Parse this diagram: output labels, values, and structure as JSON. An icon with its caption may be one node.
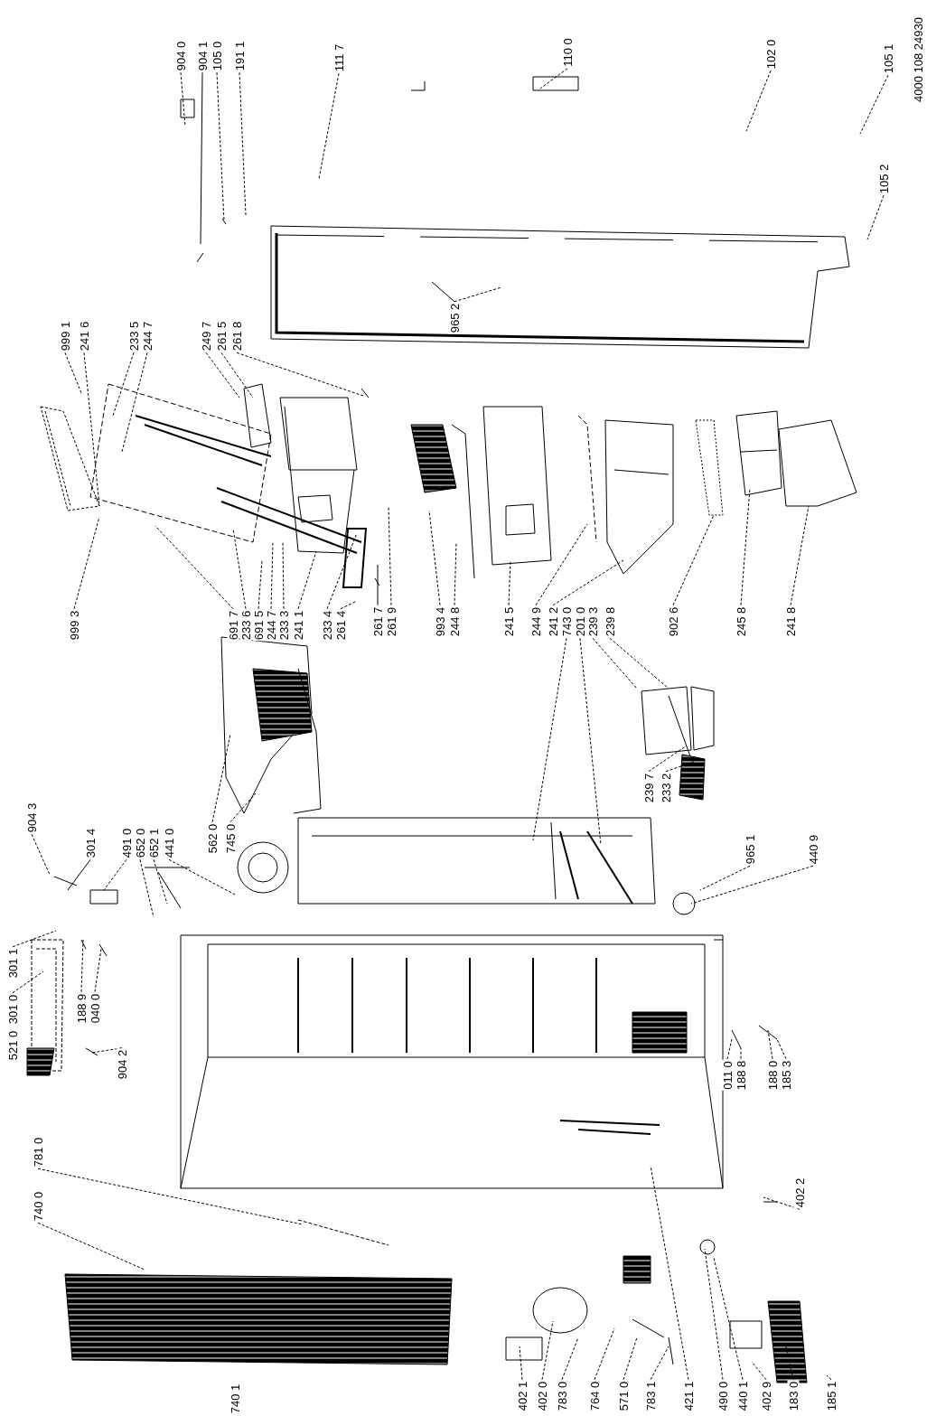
{
  "diagram": {
    "nodes": [
      {
        "text": [
          "904 0"
        ]
      },
      {
        "text": [
          "904 1"
        ]
      },
      {
        "text": [
          "105 0"
        ]
      },
      {
        "text": [
          "191 1"
        ]
      },
      {
        "text": [
          "111 7"
        ]
      },
      {
        "text": [
          "110 0"
        ]
      },
      {
        "text": [
          "102 0"
        ]
      },
      {
        "text": [
          "105 1"
        ]
      },
      {
        "text": [
          "105 2"
        ]
      },
      {
        "text": [
          "965 2"
        ]
      },
      {
        "text": [
          "999 1"
        ]
      },
      {
        "text": [
          "241 6"
        ]
      },
      {
        "text": [
          "233 5"
        ]
      },
      {
        "text": [
          "244 7"
        ]
      },
      {
        "text": [
          "249 7"
        ]
      },
      {
        "text": [
          "261 5"
        ]
      },
      {
        "text": [
          "261 8"
        ]
      },
      {
        "text": [
          "999 3"
        ]
      },
      {
        "text": [
          "691 7"
        ]
      },
      {
        "text": [
          "233 6"
        ]
      },
      {
        "text": [
          "691 5"
        ]
      },
      {
        "text": [
          "244 7"
        ]
      },
      {
        "text": [
          "233 3"
        ]
      },
      {
        "text": [
          "241 1"
        ]
      },
      {
        "text": [
          "233 4"
        ]
      },
      {
        "text": [
          "261 4"
        ]
      },
      {
        "text": [
          "261 7"
        ]
      },
      {
        "text": [
          "261 9"
        ]
      },
      {
        "text": [
          "993 4"
        ]
      },
      {
        "text": [
          "244 8"
        ]
      },
      {
        "text": [
          "241 5"
        ]
      },
      {
        "text": [
          "244 9"
        ]
      },
      {
        "text": [
          "241 2"
        ]
      },
      {
        "text": [
          "743 0"
        ]
      },
      {
        "text": [
          "201 0"
        ]
      },
      {
        "text": [
          "239 3"
        ]
      },
      {
        "text": [
          "239 8"
        ]
      },
      {
        "text": [
          "902 6"
        ]
      },
      {
        "text": [
          "245 8"
        ]
      },
      {
        "text": [
          "241 8"
        ]
      },
      {
        "text": [
          "239 7"
        ]
      },
      {
        "text": [
          "233 2"
        ]
      },
      {
        "text": [
          "562 0"
        ]
      },
      {
        "text": [
          "745 0"
        ]
      },
      {
        "text": [
          "965 1"
        ]
      },
      {
        "text": [
          "440 9"
        ]
      },
      {
        "text": [
          "904 3"
        ]
      },
      {
        "text": [
          "301 4"
        ]
      },
      {
        "text": [
          "491 0"
        ]
      },
      {
        "text": [
          "652 0"
        ]
      },
      {
        "text": [
          "652 1"
        ]
      },
      {
        "text": [
          "441 0"
        ]
      },
      {
        "text": [
          "301 1"
        ]
      },
      {
        "text": [
          "301 0"
        ]
      },
      {
        "text": [
          "188 9"
        ]
      },
      {
        "text": [
          "040 0"
        ]
      },
      {
        "text": [
          "904 2"
        ]
      },
      {
        "text": [
          "781 0"
        ]
      },
      {
        "text": [
          "740 0"
        ]
      },
      {
        "text": [
          "402 1"
        ]
      },
      {
        "text": [
          "402 0"
        ]
      },
      {
        "text": [
          "783 0"
        ]
      },
      {
        "text": [
          "764 0"
        ]
      },
      {
        "text": [
          "571 0"
        ]
      },
      {
        "text": [
          "783 1"
        ]
      },
      {
        "text": [
          "421 1"
        ]
      },
      {
        "text": [
          "490 0"
        ]
      },
      {
        "text": [
          "440 1"
        ]
      },
      {
        "text": [
          "402 9"
        ]
      },
      {
        "text": [
          "183 0"
        ]
      },
      {
        "text": [
          "185 1"
        ]
      },
      {
        "text": [
          "402 2"
        ]
      },
      {
        "text": [
          "011 0"
        ]
      },
      {
        "text": [
          "188 8"
        ]
      },
      {
        "text": [
          "188 0"
        ]
      },
      {
        "text": [
          "185 3"
        ]
      }
    ],
    "edges": [
      {
        "from": 0,
        "to": null,
        "arrow": "none",
        "style": "dashed"
      },
      {
        "from": 1,
        "to": null,
        "arrow": "none"
      },
      {
        "from": 2,
        "to": null,
        "arrow": "none",
        "style": "dashed"
      },
      {
        "from": 3,
        "to": null,
        "arrow": "none",
        "style": "dashed"
      },
      {
        "from": 4,
        "to": null,
        "arrow": "none",
        "style": "dashed"
      },
      {
        "from": 5,
        "to": null,
        "arrow": "none",
        "style": "dashed"
      },
      {
        "from": 6,
        "to": null,
        "arrow": "none",
        "style": "dashed"
      },
      {
        "from": 7,
        "to": null,
        "arrow": "none",
        "style": "dashed"
      },
      {
        "from": 8,
        "to": null,
        "arrow": "none",
        "style": "dashed"
      },
      {
        "from": 9,
        "to": null,
        "arrow": "none",
        "style": "dashed"
      },
      {
        "from": 9,
        "to": null,
        "arrow": "none"
      },
      {
        "from": 10,
        "to": null,
        "arrow": "none",
        "style": "dashed"
      },
      {
        "from": 11,
        "to": null,
        "arrow": "none",
        "style": "dashed"
      },
      {
        "from": 12,
        "to": null,
        "arrow": "none",
        "style": "dashed"
      },
      {
        "from": 13,
        "to": null,
        "arrow": "none",
        "style": "dashed"
      },
      {
        "from": 14,
        "to": null,
        "arrow": "none",
        "style": "dashed"
      },
      {
        "from": 15,
        "to": null,
        "arrow": "none",
        "style": "dashed"
      },
      {
        "from": 16,
        "to": null,
        "arrow": "none",
        "style": "dashed"
      },
      {
        "from": 17,
        "to": null,
        "arrow": "none",
        "style": "dashed"
      },
      {
        "from": 18,
        "to": null,
        "arrow": "none",
        "style": "dashed"
      },
      {
        "from": 19,
        "to": null,
        "arrow": "none",
        "style": "dashed"
      },
      {
        "from": 20,
        "to": null,
        "arrow": "none",
        "style": "dashed"
      },
      {
        "from": 21,
        "to": null,
        "arrow": "none",
        "style": "dashed"
      },
      {
        "from": 22,
        "to": null,
        "arrow": "none",
        "style": "dashed"
      },
      {
        "from": 23,
        "to": null,
        "arrow": "none",
        "style": "dashed"
      },
      {
        "from": 24,
        "to": null,
        "arrow": "none",
        "style": "dashed"
      },
      {
        "from": 25,
        "to": null,
        "arrow": "none",
        "style": "dashed"
      },
      {
        "from": 26,
        "to": null,
        "arrow": "none"
      },
      {
        "from": 27,
        "to": null,
        "arrow": "none",
        "style": "dashed"
      },
      {
        "from": 28,
        "to": null,
        "arrow": "none",
        "style": "dashed"
      },
      {
        "from": 29,
        "to": null,
        "arrow": "none",
        "style": "dashed"
      },
      {
        "from": 30,
        "to": null,
        "arrow": "none",
        "style": "dashed"
      },
      {
        "from": 31,
        "to": null,
        "arrow": "none",
        "style": "dashed"
      },
      {
        "from": 32,
        "to": null,
        "arrow": "none",
        "style": "dashed"
      },
      {
        "from": 33,
        "to": null,
        "arrow": "none",
        "style": "dashed"
      },
      {
        "from": 34,
        "to": null,
        "arrow": "none",
        "style": "dashed"
      },
      {
        "from": 35,
        "to": null,
        "arrow": "none",
        "style": "dashed"
      },
      {
        "from": 36,
        "to": null,
        "arrow": "none",
        "style": "dashed"
      },
      {
        "from": 37,
        "to": null,
        "arrow": "none",
        "style": "dashed"
      },
      {
        "from": 38,
        "to": null,
        "arrow": "none",
        "style": "dashed"
      },
      {
        "from": 39,
        "to": null,
        "arrow": "none",
        "style": "dashed"
      },
      {
        "from": 40,
        "to": null,
        "arrow": "none",
        "style": "dashed"
      },
      {
        "from": 41,
        "to": null,
        "arrow": "none",
        "style": "dashed"
      },
      {
        "from": 42,
        "to": null,
        "arrow": "none",
        "style": "dashed"
      },
      {
        "from": 43,
        "to": null,
        "arrow": "none",
        "style": "dashed"
      },
      {
        "from": 44,
        "to": null,
        "arrow": "none",
        "style": "dashed"
      },
      {
        "from": 45,
        "to": null,
        "arrow": "none",
        "style": "dashed"
      },
      {
        "from": 46,
        "to": null,
        "arrow": "none",
        "style": "dashed"
      },
      {
        "from": 47,
        "to": null,
        "arrow": "none"
      },
      {
        "from": 48,
        "to": null,
        "arrow": "none",
        "style": "dashed"
      },
      {
        "from": 49,
        "to": null,
        "arrow": "none",
        "style": "dashed"
      },
      {
        "from": 50,
        "to": null,
        "arrow": "none",
        "style": "dashed"
      },
      {
        "from": 51,
        "to": null,
        "arrow": "none",
        "style": "dashed"
      },
      {
        "from": 52,
        "to": null,
        "arrow": "none",
        "style": "dashed"
      },
      {
        "from": 53,
        "to": null,
        "arrow": "none",
        "style": "dashed"
      },
      {
        "from": 54,
        "to": null,
        "arrow": "none",
        "style": "dashed"
      },
      {
        "from": 55,
        "to": null,
        "arrow": "none",
        "style": "dashed"
      },
      {
        "from": 56,
        "to": null,
        "arrow": "none",
        "style": "dashed"
      },
      {
        "from": 57,
        "to": null,
        "arrow": "none",
        "style": "dashed"
      },
      {
        "from": 58,
        "to": null,
        "arrow": "none",
        "style": "dashed"
      },
      {
        "from": 59,
        "to": null,
        "arrow": "none",
        "style": "dashed"
      },
      {
        "from": 60,
        "to": null,
        "arrow": "none",
        "style": "dashed"
      },
      {
        "from": 61,
        "to": null,
        "arrow": "none",
        "style": "dashed"
      },
      {
        "from": 62,
        "to": null,
        "arrow": "none",
        "style": "dashed"
      },
      {
        "from": 63,
        "to": null,
        "arrow": "none",
        "style": "dashed"
      },
      {
        "from": 64,
        "to": null,
        "arrow": "none",
        "style": "dashed"
      },
      {
        "from": 65,
        "to": null,
        "arrow": "none",
        "style": "dashed"
      },
      {
        "from": 66,
        "to": null,
        "arrow": "none",
        "style": "dashed"
      },
      {
        "from": 67,
        "to": null,
        "arrow": "none",
        "style": "dashed"
      },
      {
        "from": 68,
        "to": null,
        "arrow": "none",
        "style": "dashed"
      },
      {
        "from": 69,
        "to": null,
        "arrow": "none",
        "style": "dashed"
      },
      {
        "from": 70,
        "to": null,
        "arrow": "none",
        "style": "dashed"
      },
      {
        "from": 71,
        "to": null,
        "arrow": "none",
        "style": "dashed"
      },
      {
        "from": 72,
        "to": null,
        "arrow": "none",
        "style": "dashed"
      },
      {
        "from": 73,
        "to": null,
        "arrow": "none",
        "style": "dashed"
      },
      {
        "from": 74,
        "to": null,
        "arrow": "none",
        "style": "dashed"
      },
      {
        "from": 75,
        "to": null,
        "arrow": "none",
        "style": "dashed"
      }
    ],
    "labels": [
      "4000 108 24930",
      "521 0",
      "740 1"
    ]
  }
}
